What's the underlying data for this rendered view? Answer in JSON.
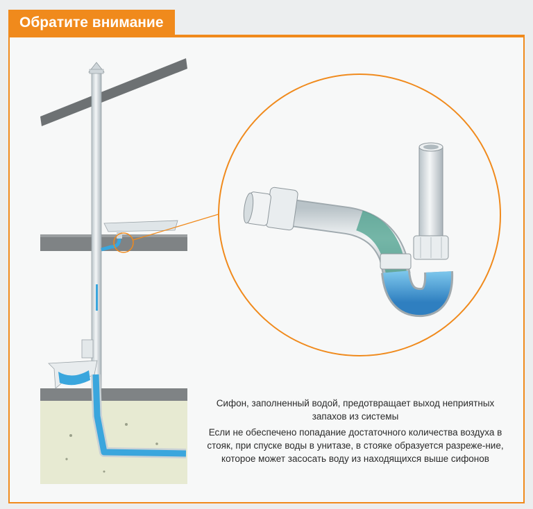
{
  "header": {
    "title": "Обратите внимание"
  },
  "caption": {
    "paragraph_1": "Сифон, заполненный водой, предотвращает выход неприятных запахов из системы",
    "paragraph_2": "Если не обеспечено попадание достаточного количества воздуха в стояк, при спуске воды в унитазе, в стояке образуется разреже-ние, которое может засосать воду из находящихся выше сифонов"
  },
  "colors": {
    "accent": "#f08a1c",
    "water": "#3aa6dd",
    "pipe": "#dfe5e8",
    "ground": "#e7ead2",
    "slab": "#7f8385"
  },
  "icons": {
    "siphon": "siphon-trap-illustration",
    "riser": "vent-riser-illustration",
    "toilet": "toilet-illustration"
  }
}
